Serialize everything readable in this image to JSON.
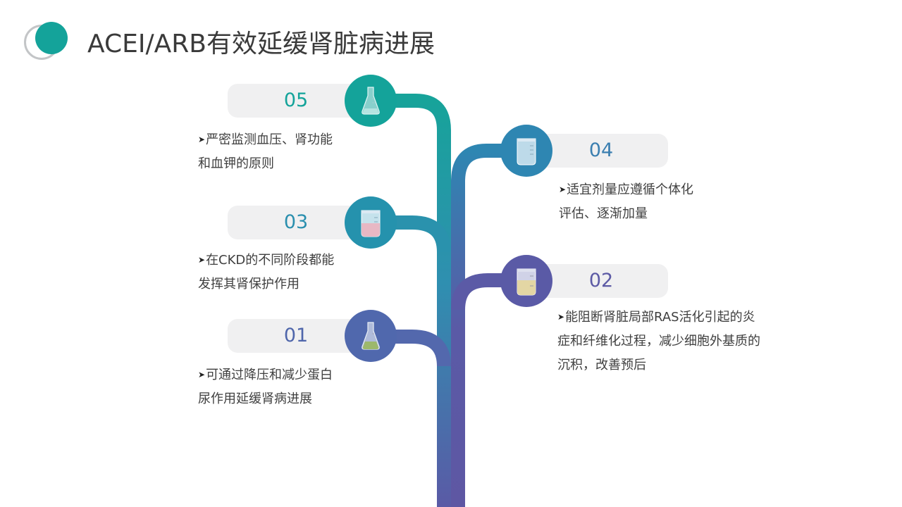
{
  "title": "ACEI/ARB有效延缓肾脏病进展",
  "accent_colors": {
    "teal": "#14a39a",
    "blue": "#3b7fb0",
    "indigo": "#5663ab",
    "purple": "#5c5aa5"
  },
  "steps": [
    {
      "num": "05",
      "lines": [
        "严密监测血压、肾功能",
        "和血钾的原则"
      ],
      "icon": "flask-icon"
    },
    {
      "num": "04",
      "lines": [
        "适宜剂量应遵循个体化",
        "评估、逐渐加量"
      ],
      "icon": "beaker-icon"
    },
    {
      "num": "03",
      "lines": [
        "在CKD的不同阶段都能",
        "发挥其肾保护作用"
      ],
      "icon": "beaker-pink-icon"
    },
    {
      "num": "02",
      "lines": [
        "能阻断肾脏局部RAS活化引起的炎",
        "症和纤维化过程，减少细胞外基质的",
        "沉积，改善预后"
      ],
      "icon": "beaker-yellow-icon"
    },
    {
      "num": "01",
      "lines": [
        "可通过降压和减少蛋白",
        "尿作用延缓肾病进展"
      ],
      "icon": "flask-green-icon"
    }
  ]
}
